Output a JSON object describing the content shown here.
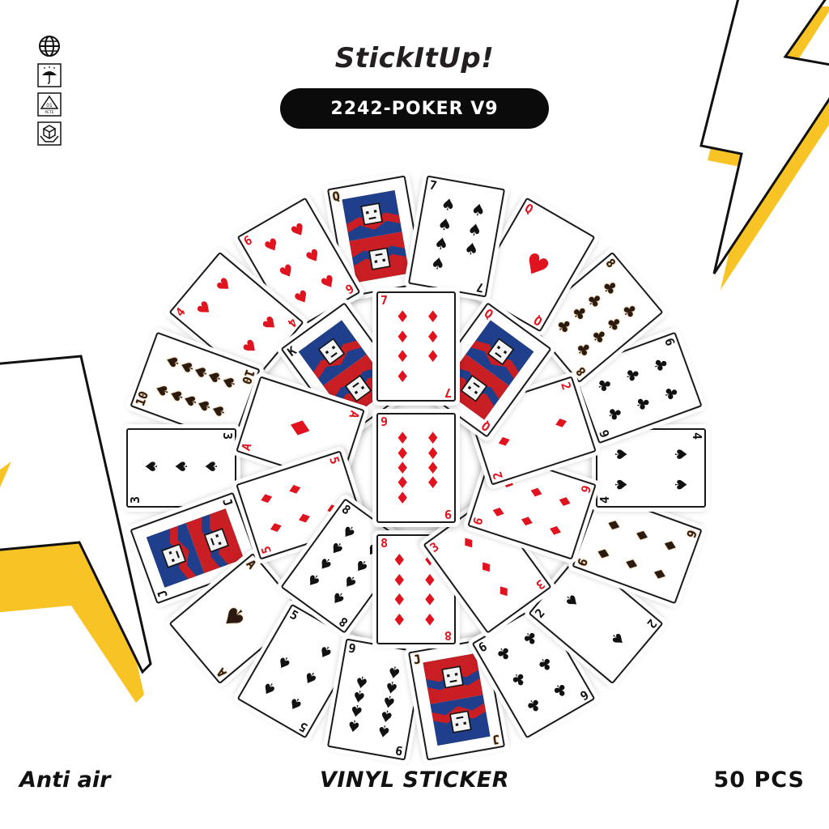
{
  "brand": {
    "name": "StickItUp!"
  },
  "product": {
    "code": "2242-POKER V9"
  },
  "footer": {
    "left": "Anti air",
    "center": "VINYL STICKER",
    "right": "50 PCS"
  },
  "colors": {
    "accent_yellow": "#f7c325",
    "pill_bg": "#0b0b0b",
    "suit_red": "#e0141e",
    "suit_black": "#111111",
    "face_blue": "#1f3f8c"
  },
  "icons": [
    "globe-icon",
    "umbrella-rain-icon",
    "recycle-pete-icon",
    "package-hands-icon"
  ],
  "icon_text": {
    "recycle_code": "01",
    "recycle_label": "PETE"
  },
  "cards": [
    {
      "rank": "Q",
      "suit": "diamond",
      "face": true
    },
    {
      "rank": "6",
      "suit": "heart",
      "face": false
    },
    {
      "rank": "4",
      "suit": "heart",
      "face": false
    },
    {
      "rank": "10",
      "suit": "spade",
      "face": false
    },
    {
      "rank": "3",
      "suit": "spade",
      "face": false
    },
    {
      "rank": "J",
      "suit": "spade",
      "face": true
    },
    {
      "rank": "A",
      "suit": "spade",
      "face": false
    },
    {
      "rank": "5",
      "suit": "spade",
      "face": false
    },
    {
      "rank": "9",
      "suit": "spade",
      "face": false
    },
    {
      "rank": "J",
      "suit": "heart",
      "face": true
    },
    {
      "rank": "6",
      "suit": "club",
      "face": false
    },
    {
      "rank": "2",
      "suit": "spade",
      "face": false
    },
    {
      "rank": "6",
      "suit": "diamond",
      "face": false
    },
    {
      "rank": "4",
      "suit": "spade",
      "face": false
    },
    {
      "rank": "6",
      "suit": "club",
      "face": false
    },
    {
      "rank": "8",
      "suit": "club",
      "face": false
    },
    {
      "rank": "Q",
      "suit": "heart",
      "face": false
    },
    {
      "rank": "7",
      "suit": "spade",
      "face": false
    },
    {
      "rank": "K",
      "suit": "spade",
      "face": true
    },
    {
      "rank": "A",
      "suit": "diamond",
      "face": false
    },
    {
      "rank": "5",
      "suit": "diamond",
      "face": false
    },
    {
      "rank": "8",
      "suit": "spade",
      "face": false
    },
    {
      "rank": "8",
      "suit": "diamond",
      "face": false
    },
    {
      "rank": "3",
      "suit": "diamond",
      "face": false
    },
    {
      "rank": "6",
      "suit": "diamond",
      "face": false
    },
    {
      "rank": "2",
      "suit": "diamond",
      "face": false
    },
    {
      "rank": "Q",
      "suit": "heart",
      "face": true
    },
    {
      "rank": "7",
      "suit": "diamond",
      "face": false
    },
    {
      "rank": "9",
      "suit": "diamond",
      "face": false
    }
  ]
}
